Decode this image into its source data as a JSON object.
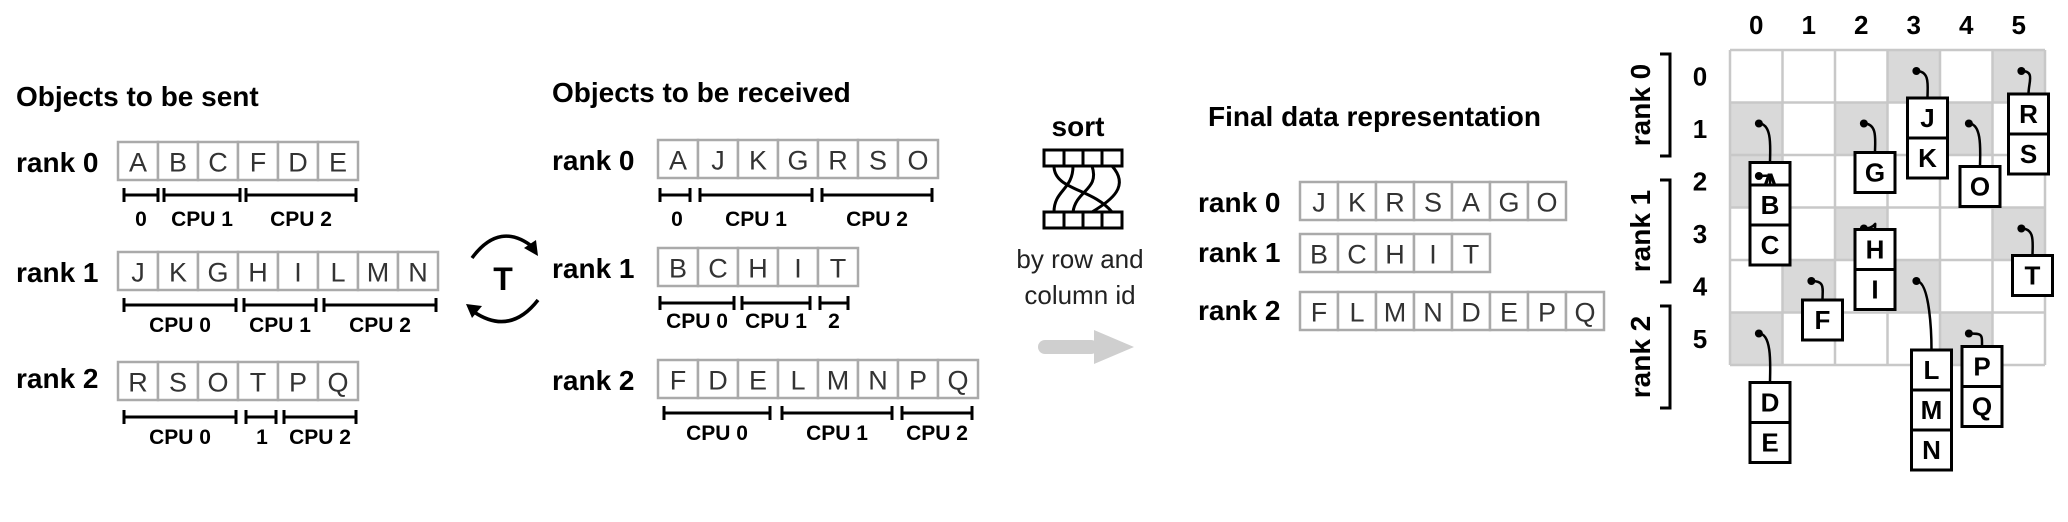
{
  "sent": {
    "header": "Objects to be sent",
    "ranks": [
      {
        "label": "rank 0",
        "cells": [
          "A",
          "B",
          "C",
          "F",
          "D",
          "E"
        ],
        "groups": [
          "0",
          "CPU 1",
          "CPU 2"
        ]
      },
      {
        "label": "rank 1",
        "cells": [
          "J",
          "K",
          "G",
          "H",
          "I",
          "L",
          "M",
          "N"
        ],
        "groups": [
          "CPU 0",
          "CPU 1",
          "CPU 2"
        ]
      },
      {
        "label": "rank 2",
        "cells": [
          "R",
          "S",
          "O",
          "T",
          "P",
          "Q"
        ],
        "groups": [
          "CPU 0",
          "1",
          "CPU 2"
        ]
      }
    ]
  },
  "transpose": {
    "label": "T"
  },
  "received": {
    "header": "Objects to be received",
    "ranks": [
      {
        "label": "rank 0",
        "cells": [
          "A",
          "J",
          "K",
          "G",
          "R",
          "S",
          "O"
        ],
        "groups": [
          "0",
          "CPU 1",
          "CPU 2"
        ]
      },
      {
        "label": "rank 1",
        "cells": [
          "B",
          "C",
          "H",
          "I",
          "T"
        ],
        "groups": [
          "CPU 0",
          "CPU 1",
          "2"
        ]
      },
      {
        "label": "rank 2",
        "cells": [
          "F",
          "D",
          "E",
          "L",
          "M",
          "N",
          "P",
          "Q"
        ],
        "groups": [
          "CPU 0",
          "CPU 1",
          "CPU 2"
        ]
      }
    ]
  },
  "sort": {
    "label": "sort",
    "caption_lines": [
      "by row and",
      "column id"
    ]
  },
  "final": {
    "header": "Final data representation",
    "ranks": [
      {
        "label": "rank 0",
        "cells": [
          "J",
          "K",
          "R",
          "S",
          "A",
          "G",
          "O"
        ]
      },
      {
        "label": "rank 1",
        "cells": [
          "B",
          "C",
          "H",
          "I",
          "T"
        ]
      },
      {
        "label": "rank 2",
        "cells": [
          "F",
          "L",
          "M",
          "N",
          "D",
          "E",
          "P",
          "Q"
        ]
      }
    ]
  },
  "grid": {
    "col_labels": [
      "0",
      "1",
      "2",
      "3",
      "4",
      "5"
    ],
    "row_labels": [
      "0",
      "1",
      "2",
      "3",
      "4",
      "5"
    ],
    "rank_labels": [
      "rank 0",
      "rank 1",
      "rank 2"
    ],
    "shaded": [
      [
        0,
        3
      ],
      [
        0,
        5
      ],
      [
        1,
        0
      ],
      [
        1,
        2
      ],
      [
        1,
        4
      ],
      [
        2,
        0
      ],
      [
        3,
        2
      ],
      [
        3,
        5
      ],
      [
        4,
        1
      ],
      [
        4,
        3
      ],
      [
        5,
        0
      ],
      [
        5,
        4
      ]
    ],
    "stacks": [
      {
        "cell": [
          0,
          3
        ],
        "items": [
          "J",
          "K"
        ]
      },
      {
        "cell": [
          0,
          5
        ],
        "items": [
          "R",
          "S"
        ]
      },
      {
        "cell": [
          1,
          0
        ],
        "items": [
          "A"
        ]
      },
      {
        "cell": [
          1,
          2
        ],
        "items": [
          "G"
        ]
      },
      {
        "cell": [
          1,
          4
        ],
        "items": [
          "O"
        ]
      },
      {
        "cell": [
          2,
          0
        ],
        "items": [
          "B",
          "C"
        ]
      },
      {
        "cell": [
          3,
          2
        ],
        "items": [
          "H",
          "I"
        ]
      },
      {
        "cell": [
          3,
          5
        ],
        "items": [
          "T"
        ]
      },
      {
        "cell": [
          4,
          1
        ],
        "items": [
          "F"
        ]
      },
      {
        "cell": [
          4,
          3
        ],
        "items": [
          "L",
          "M",
          "N"
        ]
      },
      {
        "cell": [
          5,
          0
        ],
        "items": [
          "D",
          "E"
        ]
      },
      {
        "cell": [
          5,
          4
        ],
        "items": [
          "P",
          "Q"
        ]
      }
    ]
  }
}
